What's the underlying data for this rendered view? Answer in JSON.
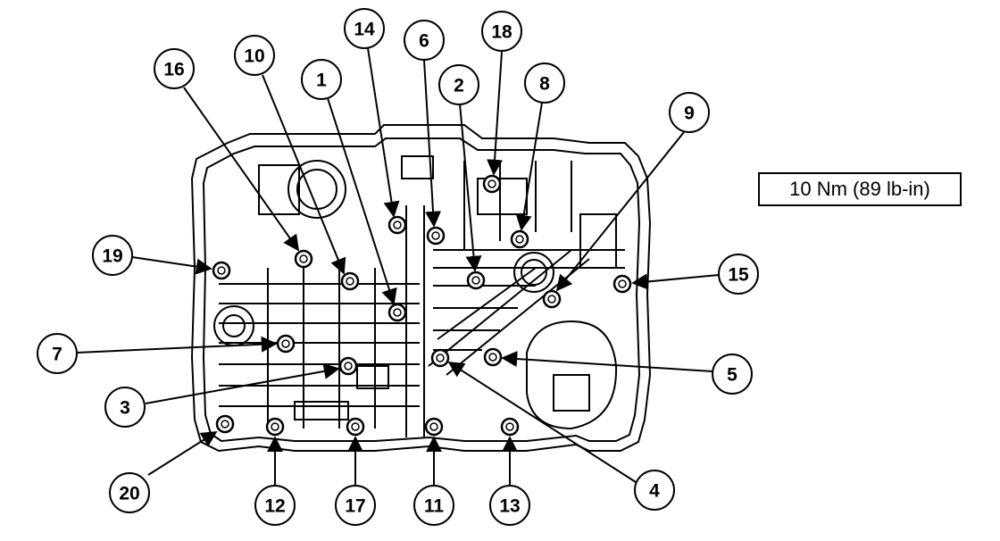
{
  "torque_spec": "10 Nm (89 lb-in)",
  "callouts": [
    "1",
    "2",
    "3",
    "4",
    "5",
    "6",
    "7",
    "8",
    "9",
    "10",
    "11",
    "12",
    "13",
    "14",
    "15",
    "16",
    "17",
    "18",
    "19",
    "20"
  ]
}
